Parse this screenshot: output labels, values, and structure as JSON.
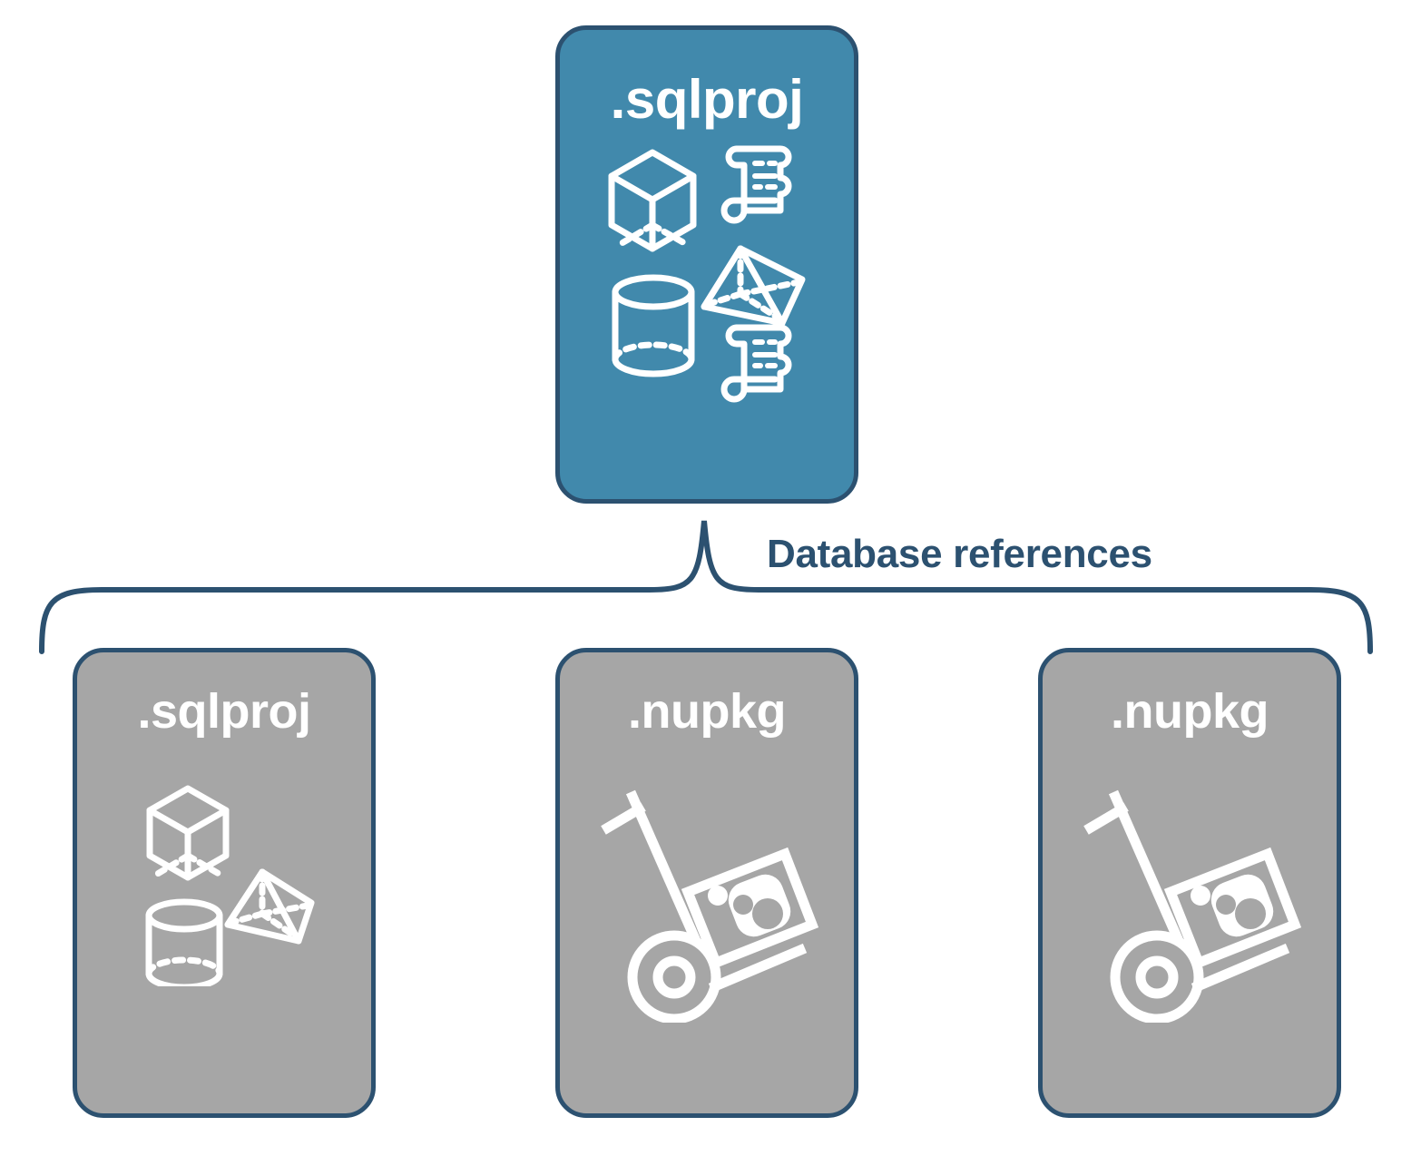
{
  "diagram": {
    "title": "Database references",
    "type": "hierarchy",
    "colors": {
      "root_fill": "#4189AC",
      "child_fill": "#A6A6A6",
      "stroke": "#2C5170",
      "icon": "#FFFFFF",
      "background": "#FFFFFF"
    },
    "root": {
      "label": ".sqlproj",
      "icons": [
        "cube-icon",
        "pyramid-icon",
        "cylinder-icon",
        "scroll-icon",
        "scroll-icon"
      ]
    },
    "connector": {
      "label": "Database references",
      "style": "curly-brace",
      "direction": "root-to-children"
    },
    "children": [
      {
        "label": ".sqlproj",
        "icons": [
          "cube-icon",
          "pyramid-icon",
          "cylinder-icon"
        ]
      },
      {
        "label": ".nupkg",
        "icons": [
          "hand-truck-package-icon"
        ]
      },
      {
        "label": ".nupkg",
        "icons": [
          "hand-truck-package-icon"
        ]
      }
    ]
  }
}
